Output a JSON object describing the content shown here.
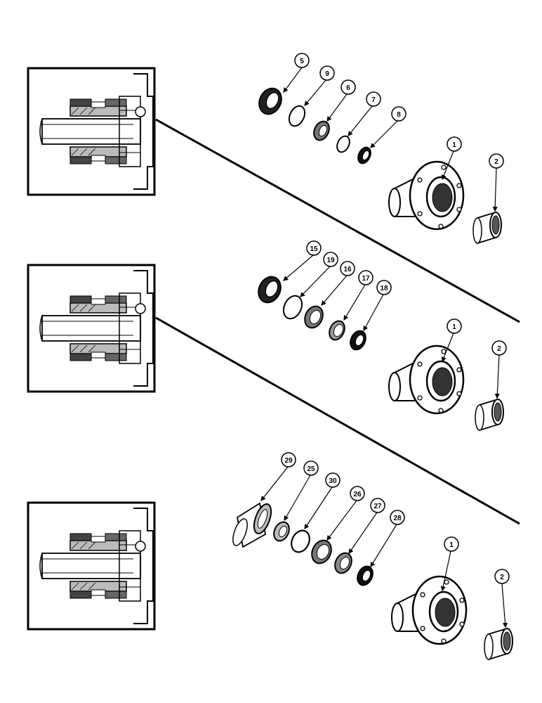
{
  "sections": [
    {
      "id": "top",
      "callouts": {
        "seal": "5",
        "ring_a": "9",
        "ring_b": "6",
        "ring_c": "7",
        "ring_d": "8",
        "hub": "1",
        "bearing": "2"
      }
    },
    {
      "id": "middle",
      "callouts": {
        "seal": "15",
        "ring_a": "19",
        "ring_b": "16",
        "ring_c": "17",
        "ring_d": "18",
        "hub": "1",
        "bearing": "2"
      }
    },
    {
      "id": "bottom",
      "callouts": {
        "sleeve": "29",
        "ring_a": "25",
        "ring_b": "30",
        "ring_c": "26",
        "ring_d": "27",
        "ring_e": "28",
        "hub": "1",
        "bearing": "2"
      }
    }
  ],
  "colors": {
    "ink": "#000000",
    "paper": "#ffffff"
  }
}
